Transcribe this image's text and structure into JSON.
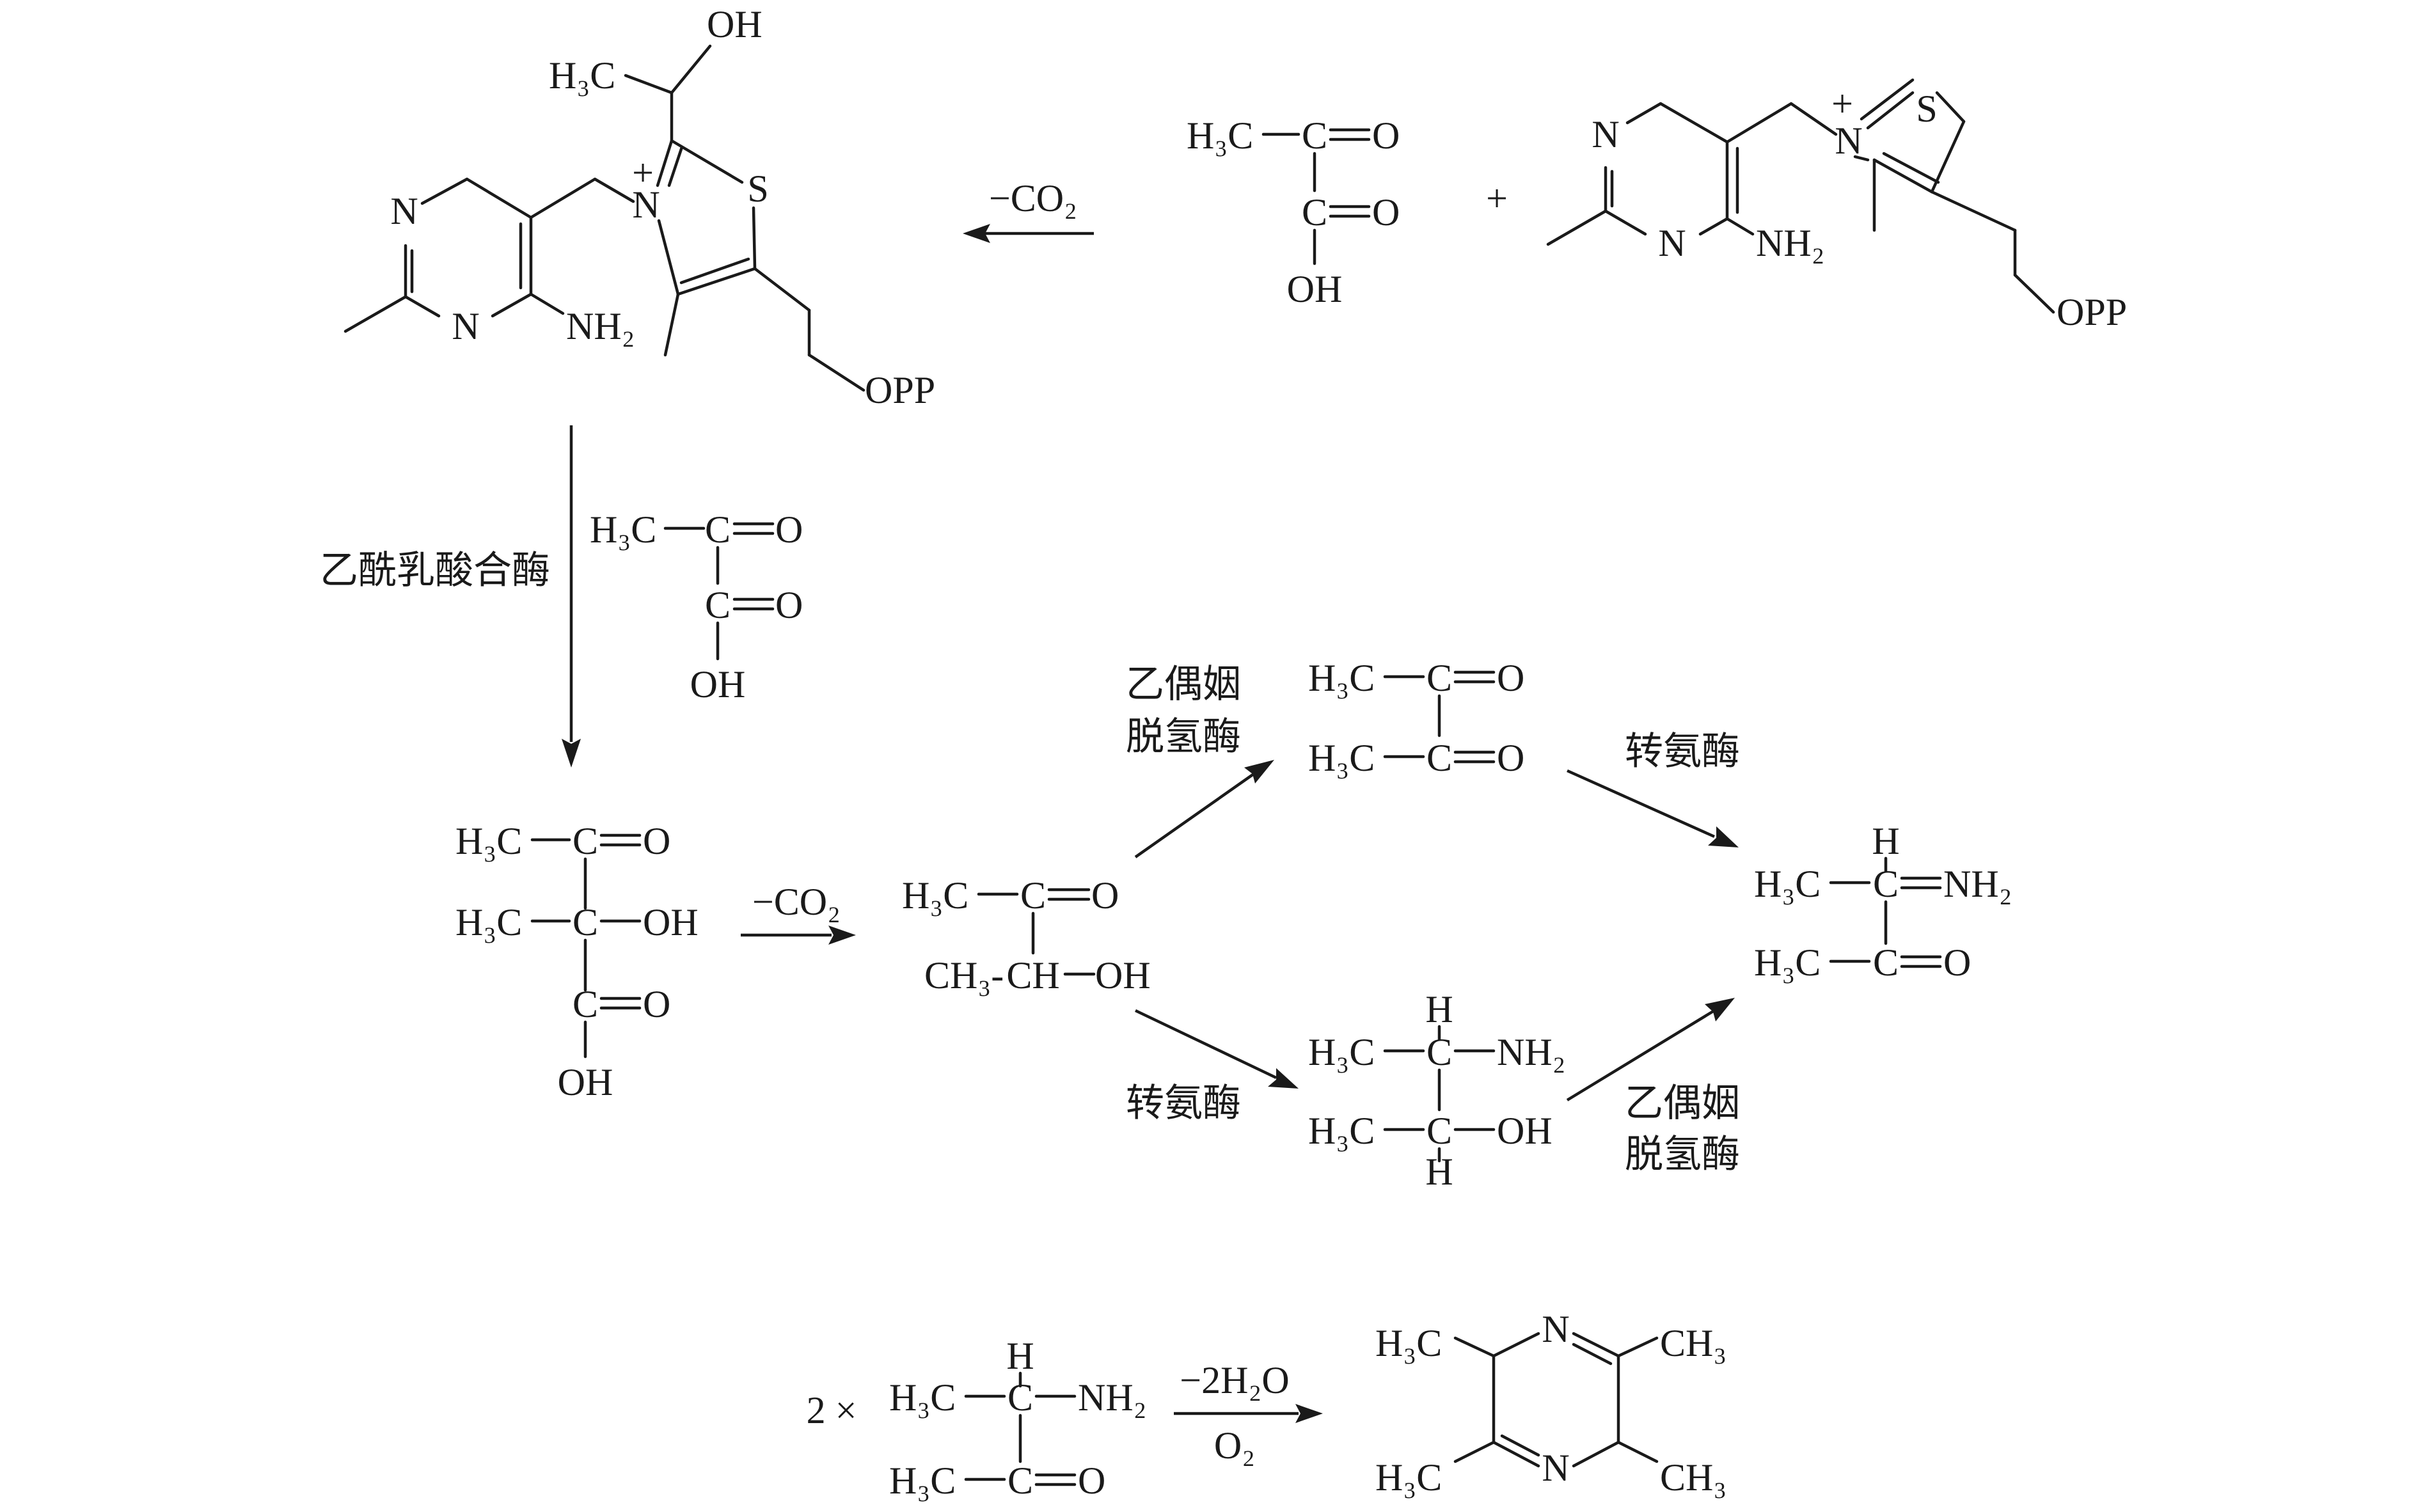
{
  "atoms": {
    "H3C": "H₃C",
    "CH3": "CH₃",
    "CH3dash": "CH₃-",
    "C": "C",
    "CH": "CH",
    "H": "H",
    "O": "O",
    "OH": "OH",
    "NH2": "NH₂",
    "N": "N",
    "Nplus": "N",
    "plus_charge": "+",
    "S": "S",
    "OPP": "OPP"
  },
  "conditions": {
    "minus_co2": "−CO₂",
    "minus_2h2o": "−2H₂O",
    "o2": "O₂"
  },
  "operators": {
    "plus": "+",
    "times": "2 ×"
  },
  "enzymes": {
    "acetolactate_synthase": "乙酰乳酸合酶",
    "acetoin_dh_line1": "乙偶姻",
    "acetoin_dh_line2": "脱氢酶",
    "transaminase": "转氨酶"
  }
}
